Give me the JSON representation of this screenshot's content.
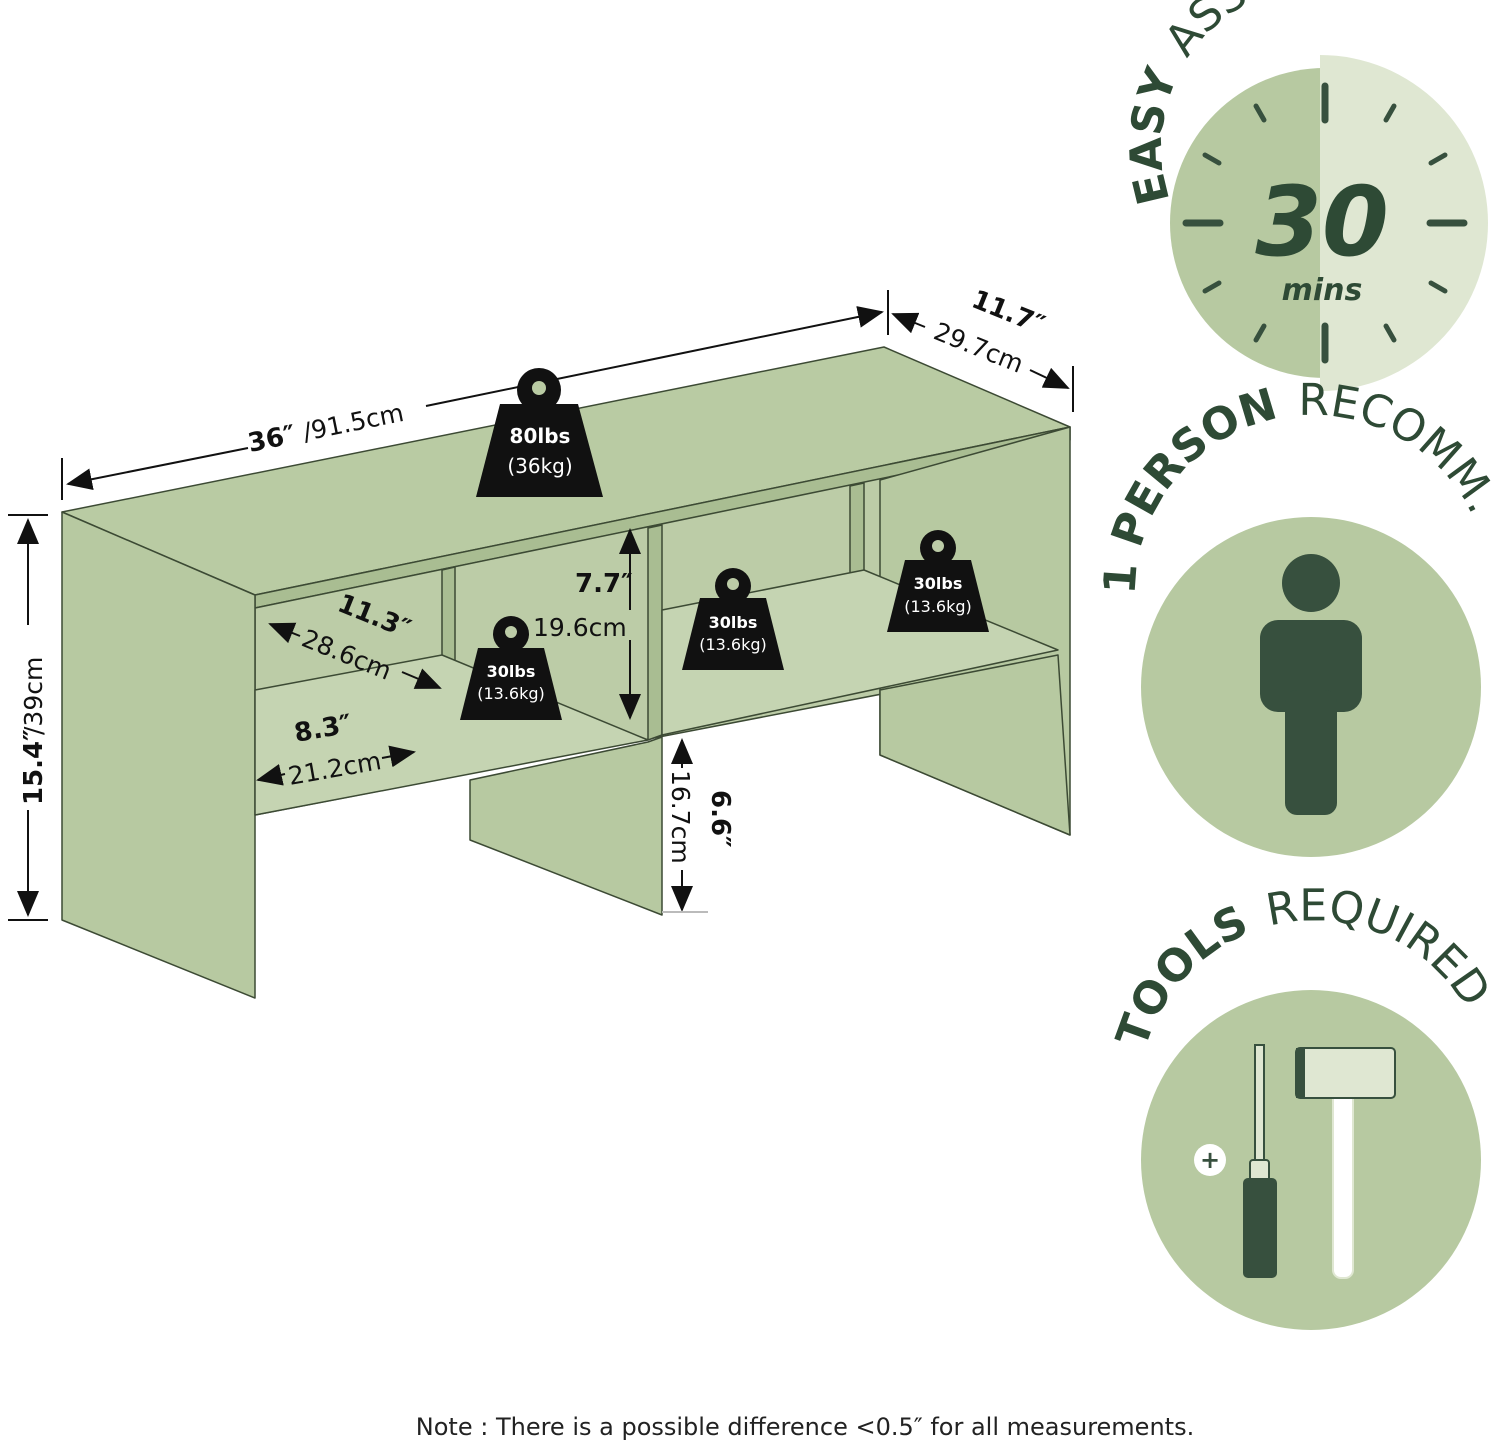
{
  "colors": {
    "shelf_fill": "#b7c9a1",
    "shelf_outline": "#3c4a34",
    "badge_circle": "#b7c9a1",
    "badge_circle_light": "#dfe7d2",
    "badge_dark": "#37503e",
    "weight_icon": "#111111"
  },
  "dimensions": {
    "width_in": "36″",
    "width_cm": "/91.5cm",
    "depth_in": "11.7″",
    "depth_cm": "29.7cm",
    "height_in": "15.4″",
    "height_cm": "/39cm",
    "cubby_depth_in": "11.3″",
    "cubby_depth_cm": "28.6cm",
    "cubby_height_in": "7.7″",
    "cubby_height_cm": "19.6cm",
    "cubby_width_in": "8.3″",
    "cubby_width_cm": "21.2cm",
    "clearance_in": "6.6″",
    "clearance_cm": "16.7cm"
  },
  "weights": {
    "top": {
      "lbs": "80lbs",
      "kg": "(36kg)"
    },
    "cubby_1": {
      "lbs": "30lbs",
      "kg": "(13.6kg)"
    },
    "cubby_2": {
      "lbs": "30lbs",
      "kg": "(13.6kg)"
    },
    "cubby_3": {
      "lbs": "30lbs",
      "kg": "(13.6kg)"
    }
  },
  "badges": {
    "assembly": {
      "bold": "EASY",
      "rest": "ASSEMBLY",
      "number": "30",
      "unit": "mins",
      "icon": "clock-icon"
    },
    "people": {
      "bold": "1 PERSON",
      "rest": "RECOMM.",
      "icon": "person-icon"
    },
    "tools": {
      "bold": "TOOLS",
      "rest": "REQUIRED",
      "icons": [
        "screwdriver-icon",
        "mallet-icon",
        "plus-icon"
      ]
    }
  },
  "note": "Note : There is a possible difference <0.5″ for all measurements."
}
